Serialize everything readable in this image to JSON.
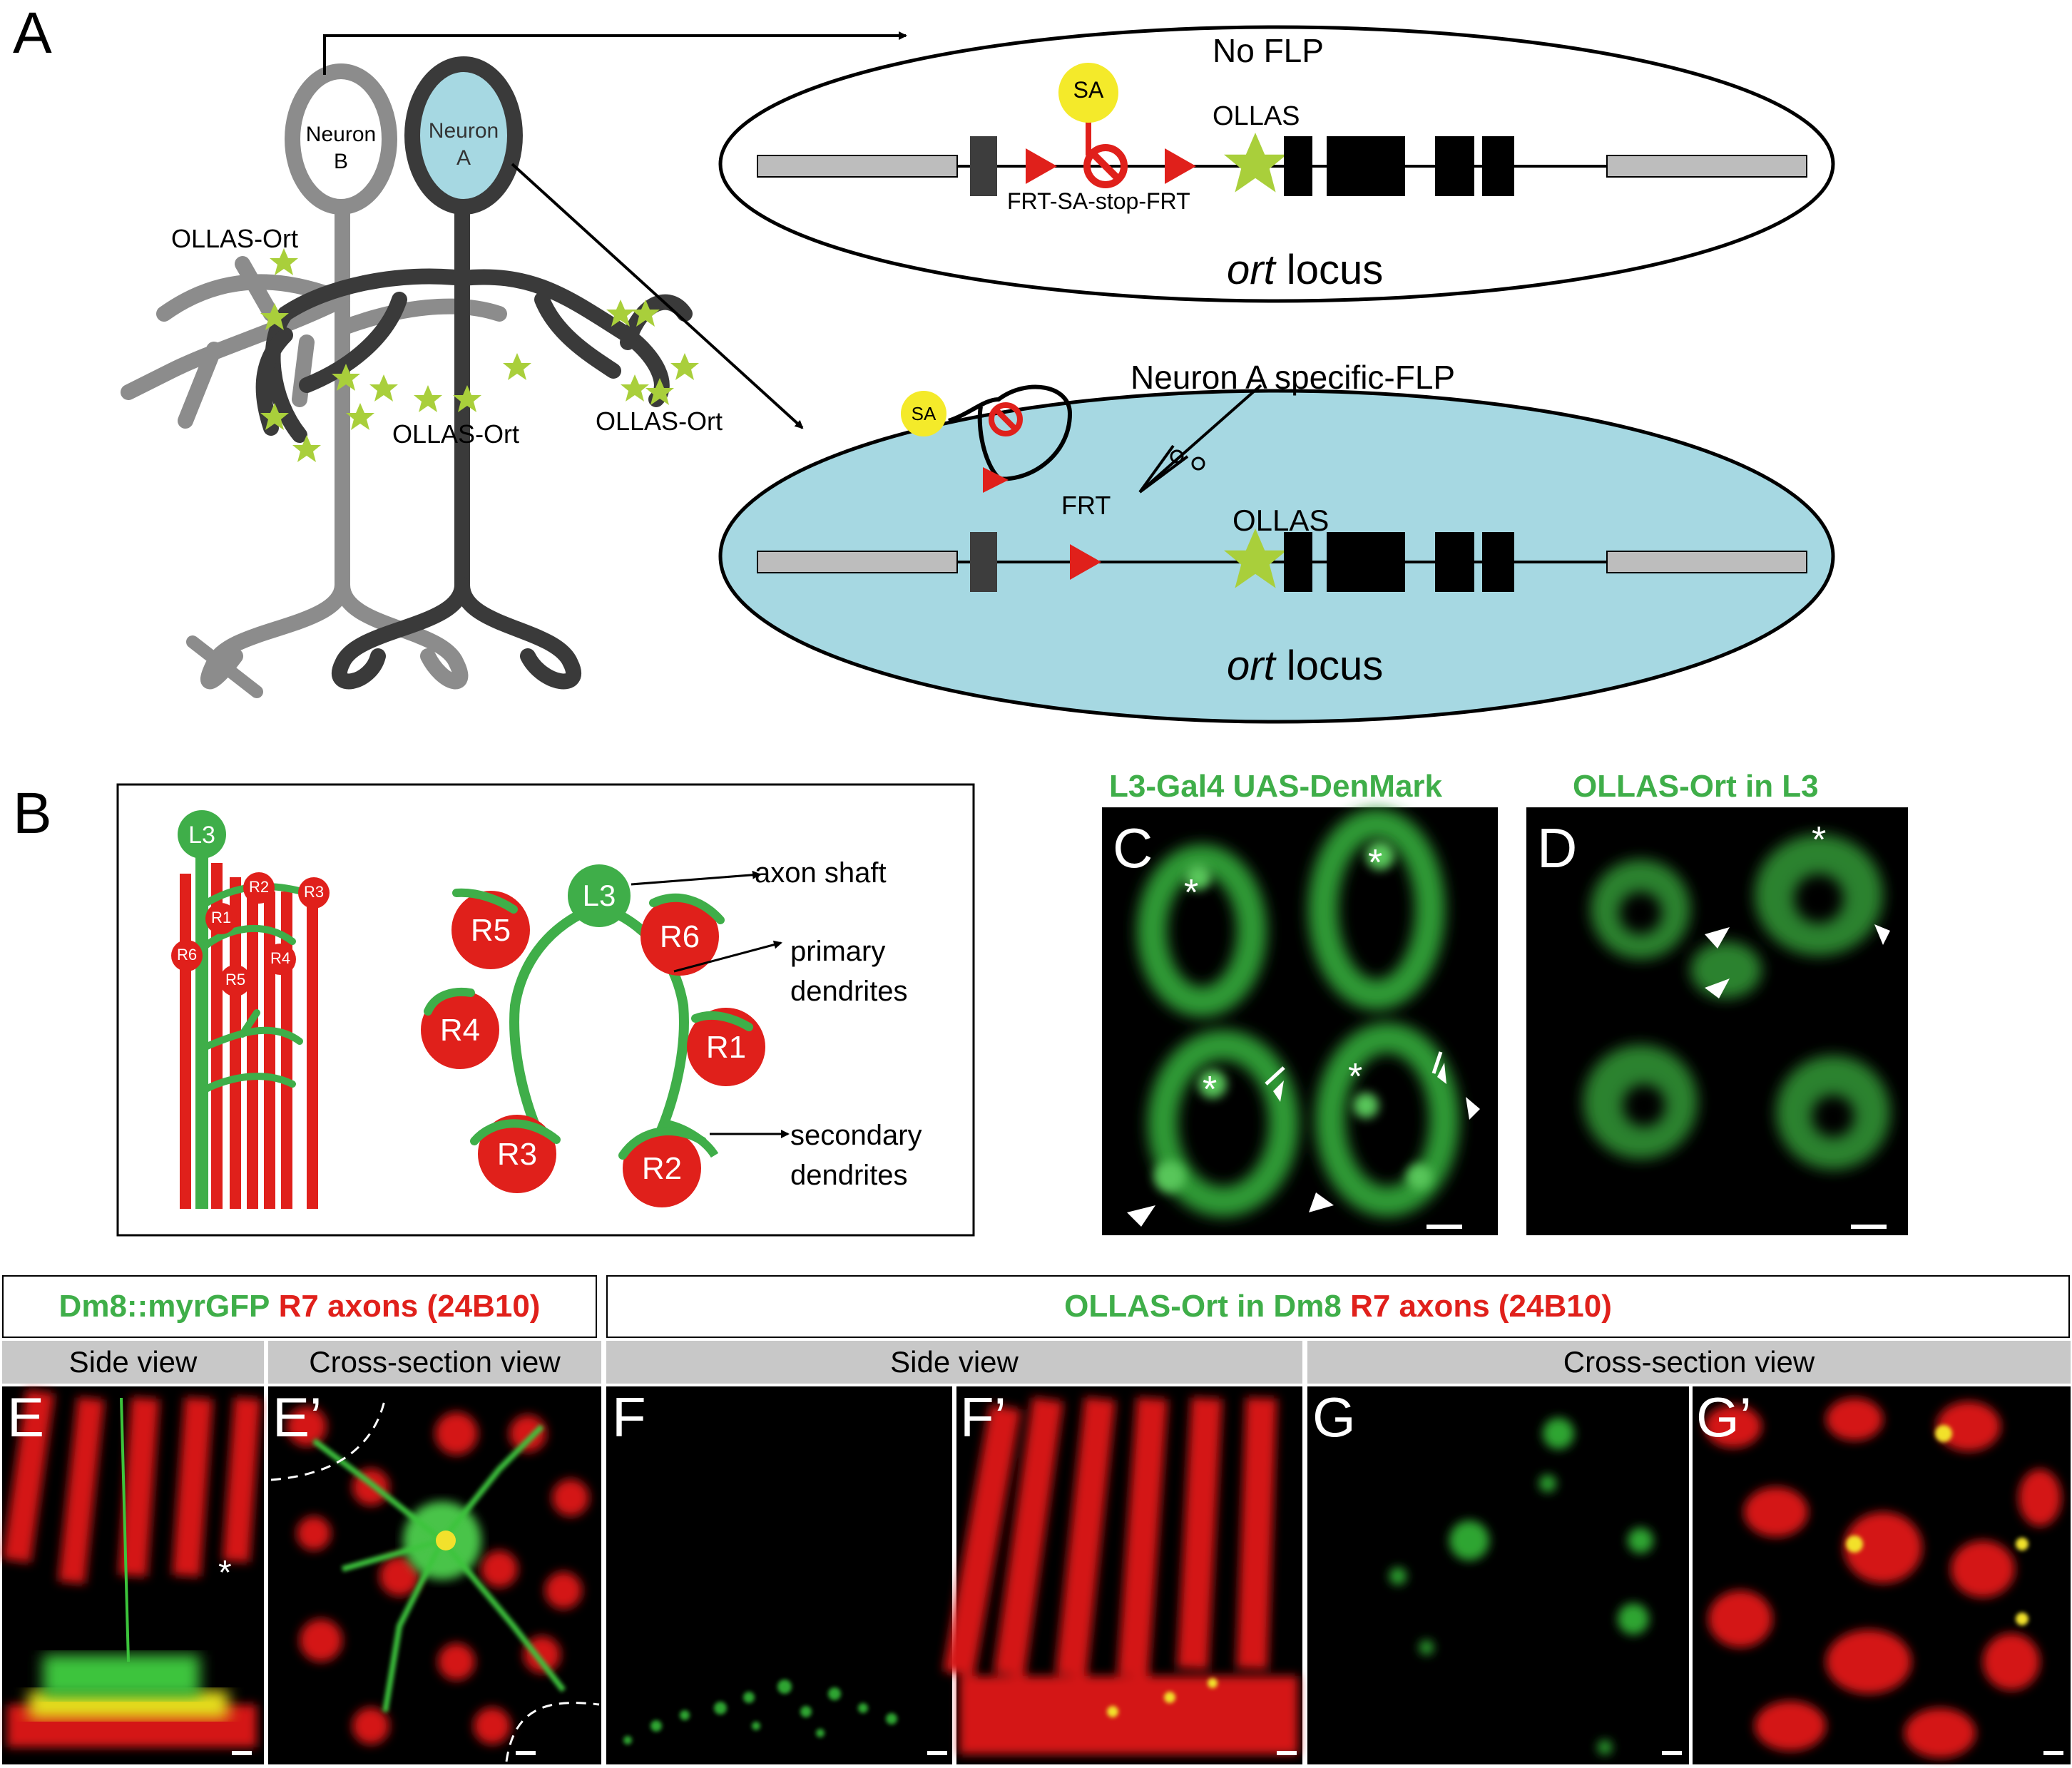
{
  "panels": {
    "A": "A",
    "B": "B",
    "C": "C",
    "D": "D",
    "E": "E",
    "E2": "E’",
    "F": "F",
    "F2": "F’",
    "G": "G",
    "G2": "G’"
  },
  "panelA": {
    "neuron_b": [
      "Neuron",
      "B"
    ],
    "neuron_a": [
      "Neuron",
      "A"
    ],
    "ollas_ort_1": "OLLAS-Ort",
    "ollas_ort_2": "OLLAS-Ort",
    "ollas_ort_3": "OLLAS-Ort",
    "top_ellipse": {
      "title": "No FLP",
      "sa": "SA",
      "ollas": "OLLAS",
      "cassette": "FRT-SA-stop-FRT",
      "locus_italic": "ort",
      "locus_rest": " locus"
    },
    "bottom_ellipse": {
      "flp": "Neuron A specific-FLP",
      "sa": "SA",
      "frt": "FRT",
      "ollas": "OLLAS",
      "locus_italic": "ort",
      "locus_rest": " locus"
    }
  },
  "panelB": {
    "left": {
      "l3": "L3",
      "r1": "R1",
      "r2": "R2",
      "r3": "R3",
      "r4": "R4",
      "r5": "R5",
      "r6": "R6"
    },
    "right": {
      "l3": "L3",
      "r1": "R1",
      "r2": "R2",
      "r3": "R3",
      "r4": "R4",
      "r5": "R5",
      "r6": "R6"
    },
    "annot_axon": "axon shaft",
    "annot_primary": [
      "primary",
      "dendrites"
    ],
    "annot_secondary": [
      "secondary",
      "dendrites"
    ]
  },
  "panelC": {
    "title": "L3-Gal4 UAS-DenMark",
    "asterisk": "*"
  },
  "panelD": {
    "title": "OLLAS-Ort in L3",
    "asterisk": "*"
  },
  "rowE": {
    "header_left": {
      "green": "Dm8::myrGFP",
      "red": "R7 axons (24B10)"
    },
    "header_right": {
      "green": "OLLAS-Ort in Dm8",
      "red": "R7 axons (24B10)"
    },
    "views": {
      "e_side": "Side view",
      "e_cross": "Cross-section view",
      "f_side": "Side view",
      "g_cross": "Cross-section view"
    },
    "asterisk": "*"
  },
  "colors": {
    "green": "#3fae49",
    "red": "#e0201b",
    "light_blue": "#a6d8e2",
    "yellow": "#f4ea2a",
    "star": "#a9cf3b"
  }
}
